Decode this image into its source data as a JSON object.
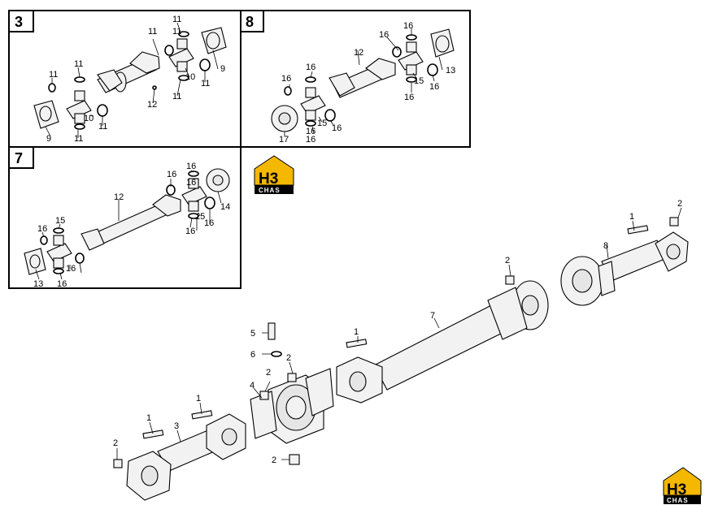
{
  "boxes": [
    {
      "id": "3"
    },
    {
      "id": "8"
    },
    {
      "id": "7"
    }
  ],
  "box3_callouts": [
    "11",
    "11",
    "9",
    "10",
    "11",
    "11",
    "11",
    "12",
    "11",
    "11",
    "10",
    "11",
    "9",
    "11"
  ],
  "box8_callouts": [
    "12",
    "16",
    "16",
    "13",
    "15",
    "16",
    "16",
    "16",
    "16",
    "16",
    "15",
    "16",
    "17",
    "16"
  ],
  "box7_callouts": [
    "12",
    "16",
    "16",
    "16",
    "14",
    "15",
    "16",
    "16",
    "16",
    "15",
    "16",
    "13",
    "16"
  ],
  "main_callouts": [
    "1",
    "2",
    "8",
    "2",
    "7",
    "1",
    "5",
    "6",
    "2",
    "2",
    "4",
    "1",
    "3",
    "1",
    "2",
    "2"
  ],
  "logos": [
    {
      "top": "H3",
      "bottom": "CHAS"
    },
    {
      "top": "H3",
      "bottom": "CHAS"
    }
  ],
  "colors": {
    "logo_yellow": "#f5b800",
    "logo_black": "#000000"
  }
}
